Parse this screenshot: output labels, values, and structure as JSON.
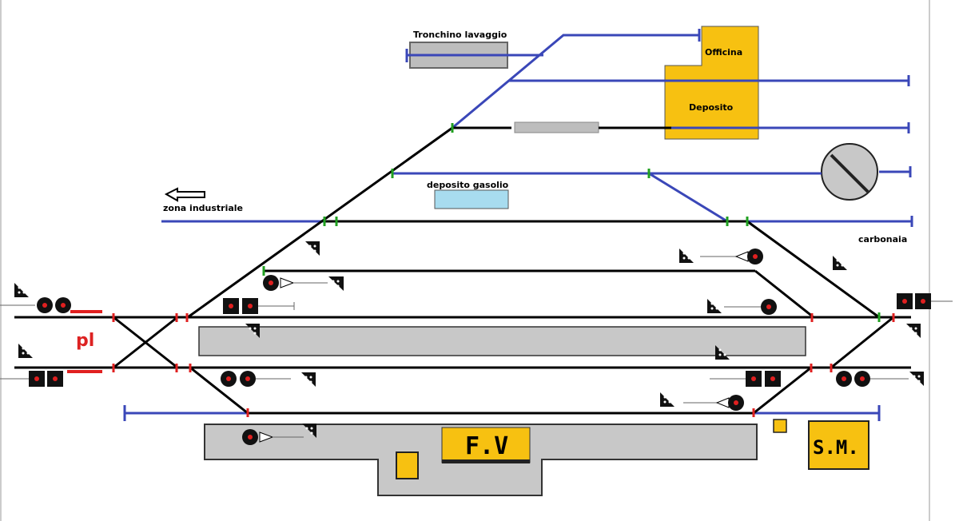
{
  "labels": {
    "tronchino": "Tronchino lavaggio",
    "officina": "Officina",
    "deposito": "Deposito",
    "deposito_gasolio": "deposito gasolio",
    "zona_industriale": "zona industriale",
    "carbonaia": "carbonaia",
    "pl": "pl",
    "fv": "F.V",
    "sm": "S.M."
  },
  "colors": {
    "track": "#000000",
    "siding": "#3a47b8",
    "yard_building": "#f7c111",
    "platform": "#c8c8c8",
    "fuel_depot": "#a8dcef",
    "switch_red": "#e02020",
    "switch_green": "#20a020"
  },
  "icons": {
    "direction_arrow": "left-arrow-icon",
    "turntable": "turntable-icon",
    "signal": "signal-icon",
    "dwarf_signal": "dwarf-signal-icon"
  }
}
